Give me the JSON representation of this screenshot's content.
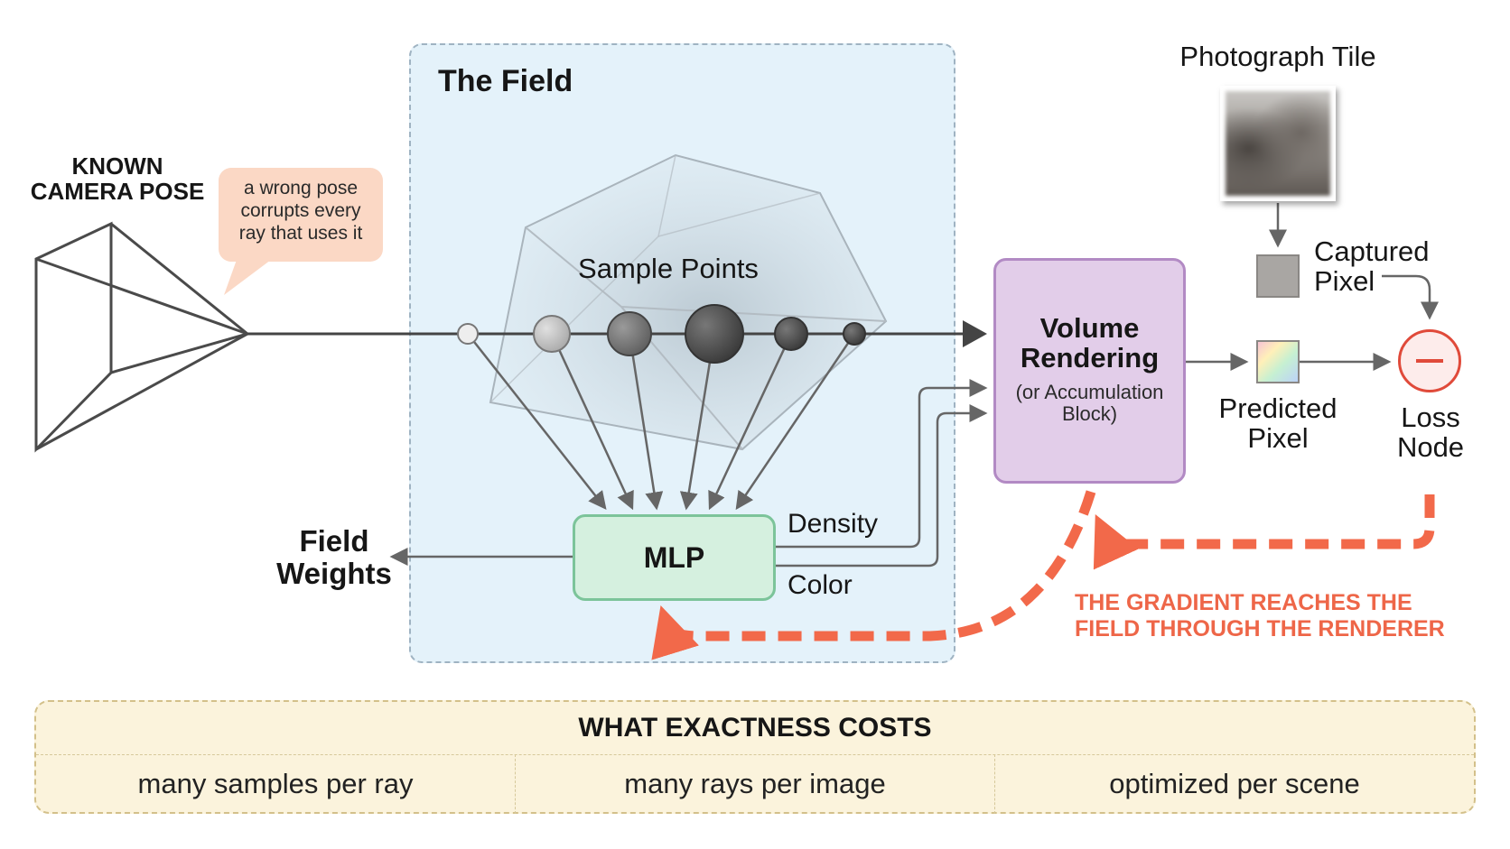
{
  "camera": {
    "title_line1": "KNOWN",
    "title_line2": "CAMERA POSE"
  },
  "callout": {
    "line1": "a wrong pose",
    "line2": "corrupts every",
    "line3": "ray that uses it"
  },
  "field": {
    "title": "The Field",
    "sample_points_label": "Sample Points"
  },
  "mlp": {
    "label": "MLP",
    "output_density": "Density",
    "output_color": "Color"
  },
  "field_weights": {
    "line1": "Field",
    "line2": "Weights"
  },
  "volume_rendering": {
    "title_line1": "Volume",
    "title_line2": "Rendering",
    "sub_line1": "(or Accumulation",
    "sub_line2": "Block)"
  },
  "photograph": {
    "title": "Photograph Tile"
  },
  "captured_pixel": {
    "line1": "Captured",
    "line2": "Pixel"
  },
  "predicted_pixel": {
    "line1": "Predicted",
    "line2": "Pixel"
  },
  "loss_node": {
    "line1": "Loss",
    "line2": "Node"
  },
  "gradient_note": {
    "line1": "THE GRADIENT REACHES THE",
    "line2": "FIELD THROUGH THE RENDERER"
  },
  "costs": {
    "title": "WHAT EXACTNESS COSTS",
    "items": [
      "many samples per ray",
      "many rays per image",
      "optimized per scene"
    ]
  },
  "colors": {
    "field_bg": "#e4f2fa",
    "mlp_bg": "#d5f0df",
    "volume_rendering_bg": "#e2cde9",
    "callout_bg": "#fbd8c5",
    "gradient_arrow": "#f2694a",
    "loss_stroke": "#e04a3a",
    "costs_bg": "#fbf3dc"
  }
}
